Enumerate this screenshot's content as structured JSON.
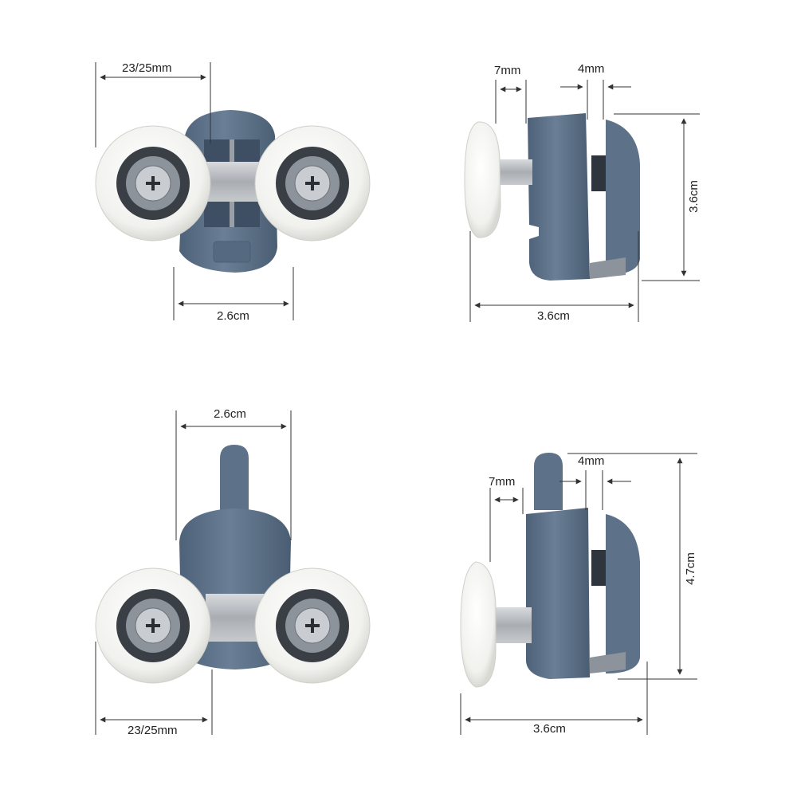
{
  "colors": {
    "body": "#5d7289",
    "body_dark": "#4a5d73",
    "body_light": "#7d92a8",
    "wheel": "#f4f4f2",
    "wheel_edge": "#d6d6d2",
    "bearing": "#3a3f46",
    "metal": "#b9bcc0",
    "dim_line": "#333333"
  },
  "views": {
    "top_front": {
      "icon": "double-wheel-roller-front",
      "dim_wheel": "23/25mm",
      "dim_width": "2.6cm"
    },
    "top_side": {
      "icon": "roller-side-profile",
      "dim_gap_left": "7mm",
      "dim_gap_right": "4mm",
      "dim_height": "3.6cm",
      "dim_depth": "3.6cm"
    },
    "bottom_front": {
      "icon": "double-wheel-roller-with-stud-front",
      "dim_width": "2.6cm",
      "dim_wheel": "23/25mm"
    },
    "bottom_side": {
      "icon": "roller-with-stud-side-profile",
      "dim_gap_left": "7mm",
      "dim_gap_right": "4mm",
      "dim_height": "4.7cm",
      "dim_depth": "3.6cm"
    }
  }
}
